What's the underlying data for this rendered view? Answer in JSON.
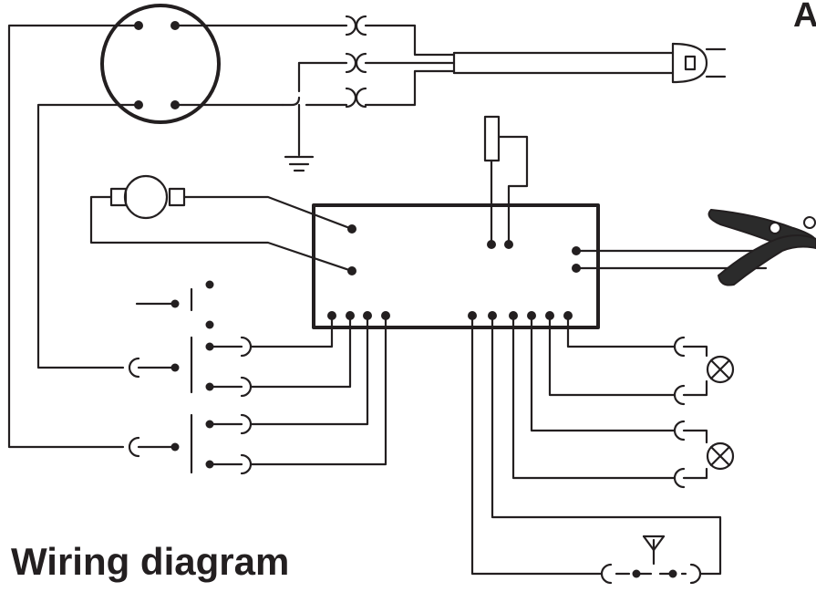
{
  "diagram": {
    "caption": "Wiring diagram",
    "corner_label": "A",
    "colors": {
      "ink": "#231f20",
      "background": "#ffffff",
      "clamp_fill": "#2b2b2b"
    },
    "components": [
      "motor-wheel",
      "small-motor",
      "control-module",
      "fan-resistor",
      "clamp-sensor",
      "selector-switch",
      "indicator-lamp",
      "indicator-lamp",
      "push-switch",
      "mains-plug",
      "ground-symbol"
    ]
  }
}
